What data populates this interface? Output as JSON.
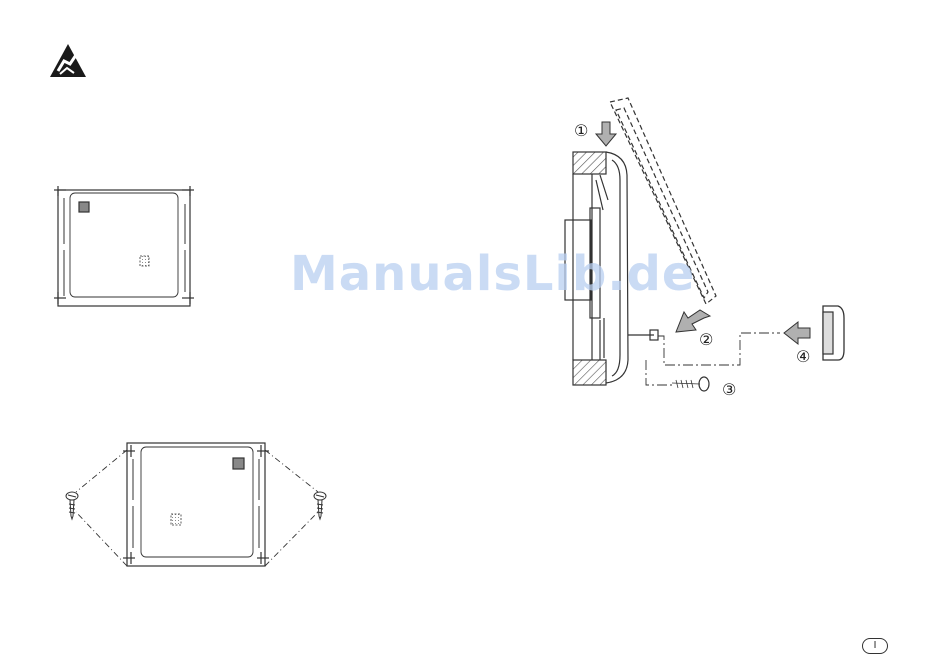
{
  "watermark": {
    "text": "ManualsLib.de"
  },
  "page": {
    "marker": "I"
  },
  "steps": [
    "①",
    "②",
    "③",
    "④"
  ],
  "icons": {
    "esd_warning": "esd-warning-icon",
    "screw": "screw-icon",
    "arrow": "arrow-icon"
  },
  "colors": {
    "line": "#333333",
    "hatch": "#555555",
    "arrow_fill": "#b0b0b0",
    "watermark": "#b9cff1"
  }
}
